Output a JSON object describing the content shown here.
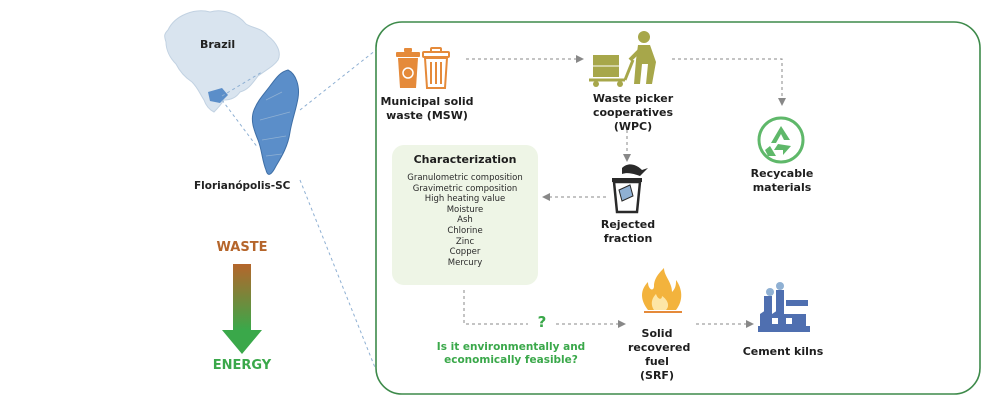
{
  "map": {
    "country_label": "Brazil",
    "city_label": "Florianópolis-SC"
  },
  "flow_arrow": {
    "top_label": "WASTE",
    "bottom_label": "ENERGY",
    "top_color": "#b5652b",
    "bottom_color": "#3aa84a"
  },
  "nodes": {
    "msw": "Municipal solid waste (MSW)",
    "wpc": "Waste picker cooperatives (WPC)",
    "recyclable": "Recycable materials",
    "rejected": "Rejected fraction",
    "srf": "Solid recovered fuel (SRF)",
    "cement": "Cement kilns"
  },
  "characterization": {
    "title": "Characterization",
    "items": [
      "Granulometric composition",
      "Gravimetric composition",
      "High heating value",
      "Moisture",
      "Ash",
      "Chlorine",
      "Zinc",
      "Copper",
      "Mercury"
    ]
  },
  "question": {
    "mark": "?",
    "text": "Is it environmentally and economically feasible?",
    "color": "#3aa84a"
  },
  "colors": {
    "panel_border": "#3d8a4a",
    "map_blue": "#5b8ec9",
    "map_light": "#d9e4ef",
    "recycle_green": "#5fb86a",
    "orange": "#e58a3a",
    "olive": "#a7a74a",
    "kiln_blue": "#4f6fb0"
  },
  "icons": [
    "trash-bins-icon",
    "waste-picker-cart-icon",
    "recycle-icon",
    "rejected-bin-icon",
    "flame-icon",
    "factory-icon"
  ]
}
